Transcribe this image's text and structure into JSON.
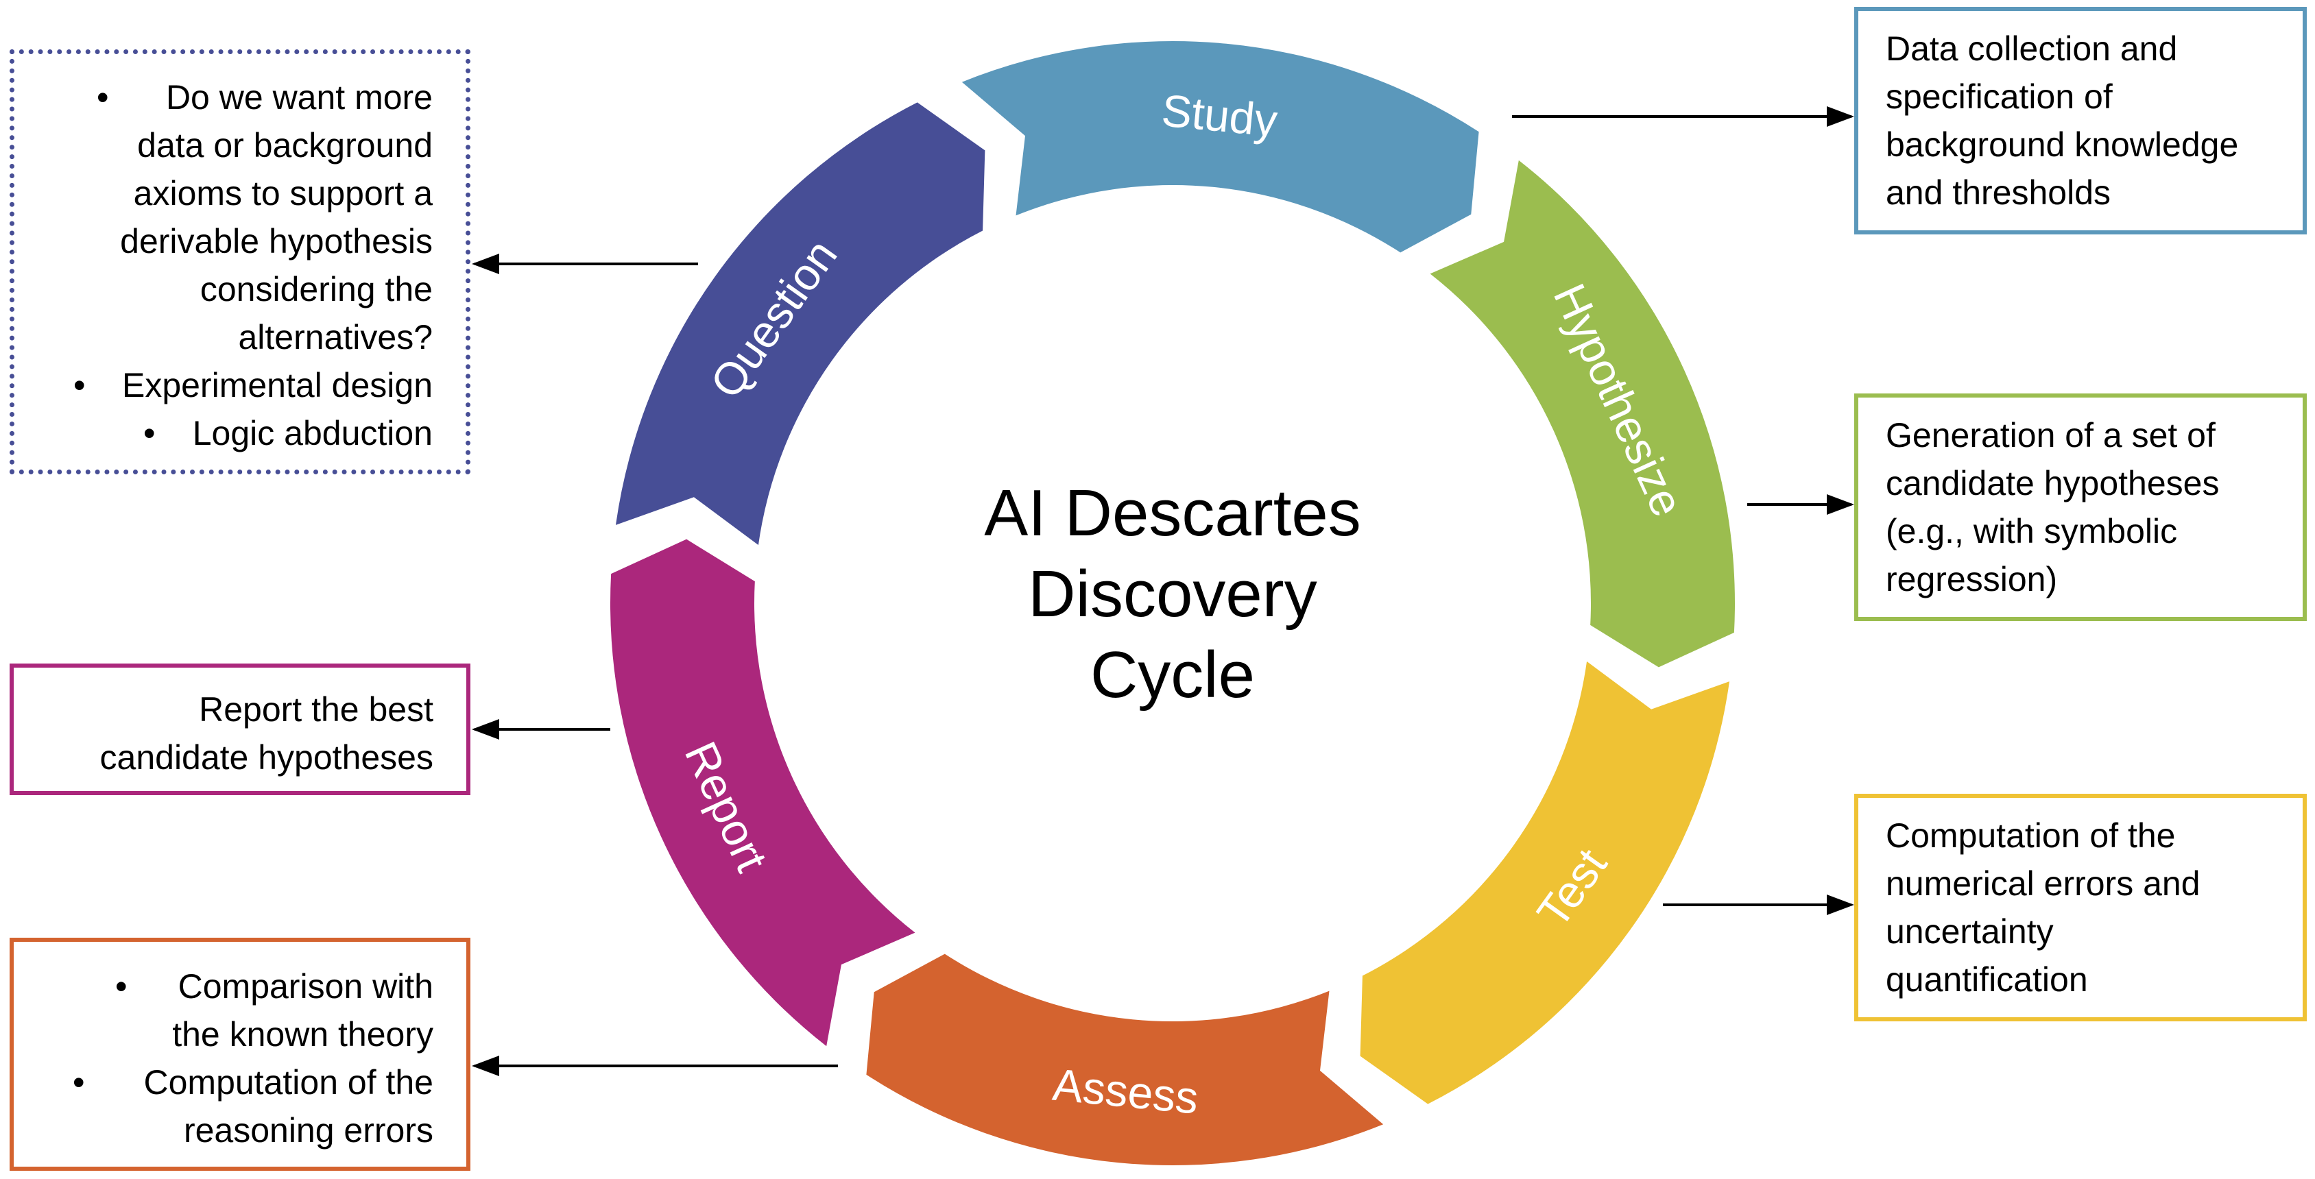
{
  "title_lines": [
    "AI Descartes",
    "Discovery",
    "Cycle"
  ],
  "colors": {
    "study": "#5b98bb",
    "hypothesize": "#9bbd4f",
    "test": "#efc234",
    "assess": "#d4632f",
    "report": "#ab277c",
    "question": "#474e96",
    "arrow": "#000000"
  },
  "stages": [
    {
      "id": "study",
      "label": "Study"
    },
    {
      "id": "hypothesize",
      "label": "Hypothesize"
    },
    {
      "id": "test",
      "label": "Test"
    },
    {
      "id": "assess",
      "label": "Assess"
    },
    {
      "id": "report",
      "label": "Report"
    },
    {
      "id": "question",
      "label": "Question"
    }
  ],
  "boxes": {
    "study": [
      "Data collection and",
      "specification of",
      "background knowledge",
      "and thresholds"
    ],
    "hypothesize": [
      "Generation of a set of",
      "candidate hypotheses",
      "(e.g., with symbolic",
      "regression)"
    ],
    "test": [
      "Computation of the",
      "numerical errors and",
      "uncertainty",
      "quantification"
    ],
    "report": [
      "Report the best",
      "candidate hypotheses"
    ],
    "question": {
      "bullets": [
        [
          "Do we want more",
          "data or background",
          "axioms to support a",
          "derivable hypothesis",
          "considering the",
          "alternatives?"
        ],
        [
          "Experimental design"
        ],
        [
          "Logic abduction"
        ]
      ]
    },
    "assess": {
      "bullets": [
        [
          "Comparison with",
          "the known theory"
        ],
        [
          "Computation of the",
          "reasoning errors"
        ]
      ]
    }
  },
  "bullet_glyph": "•"
}
